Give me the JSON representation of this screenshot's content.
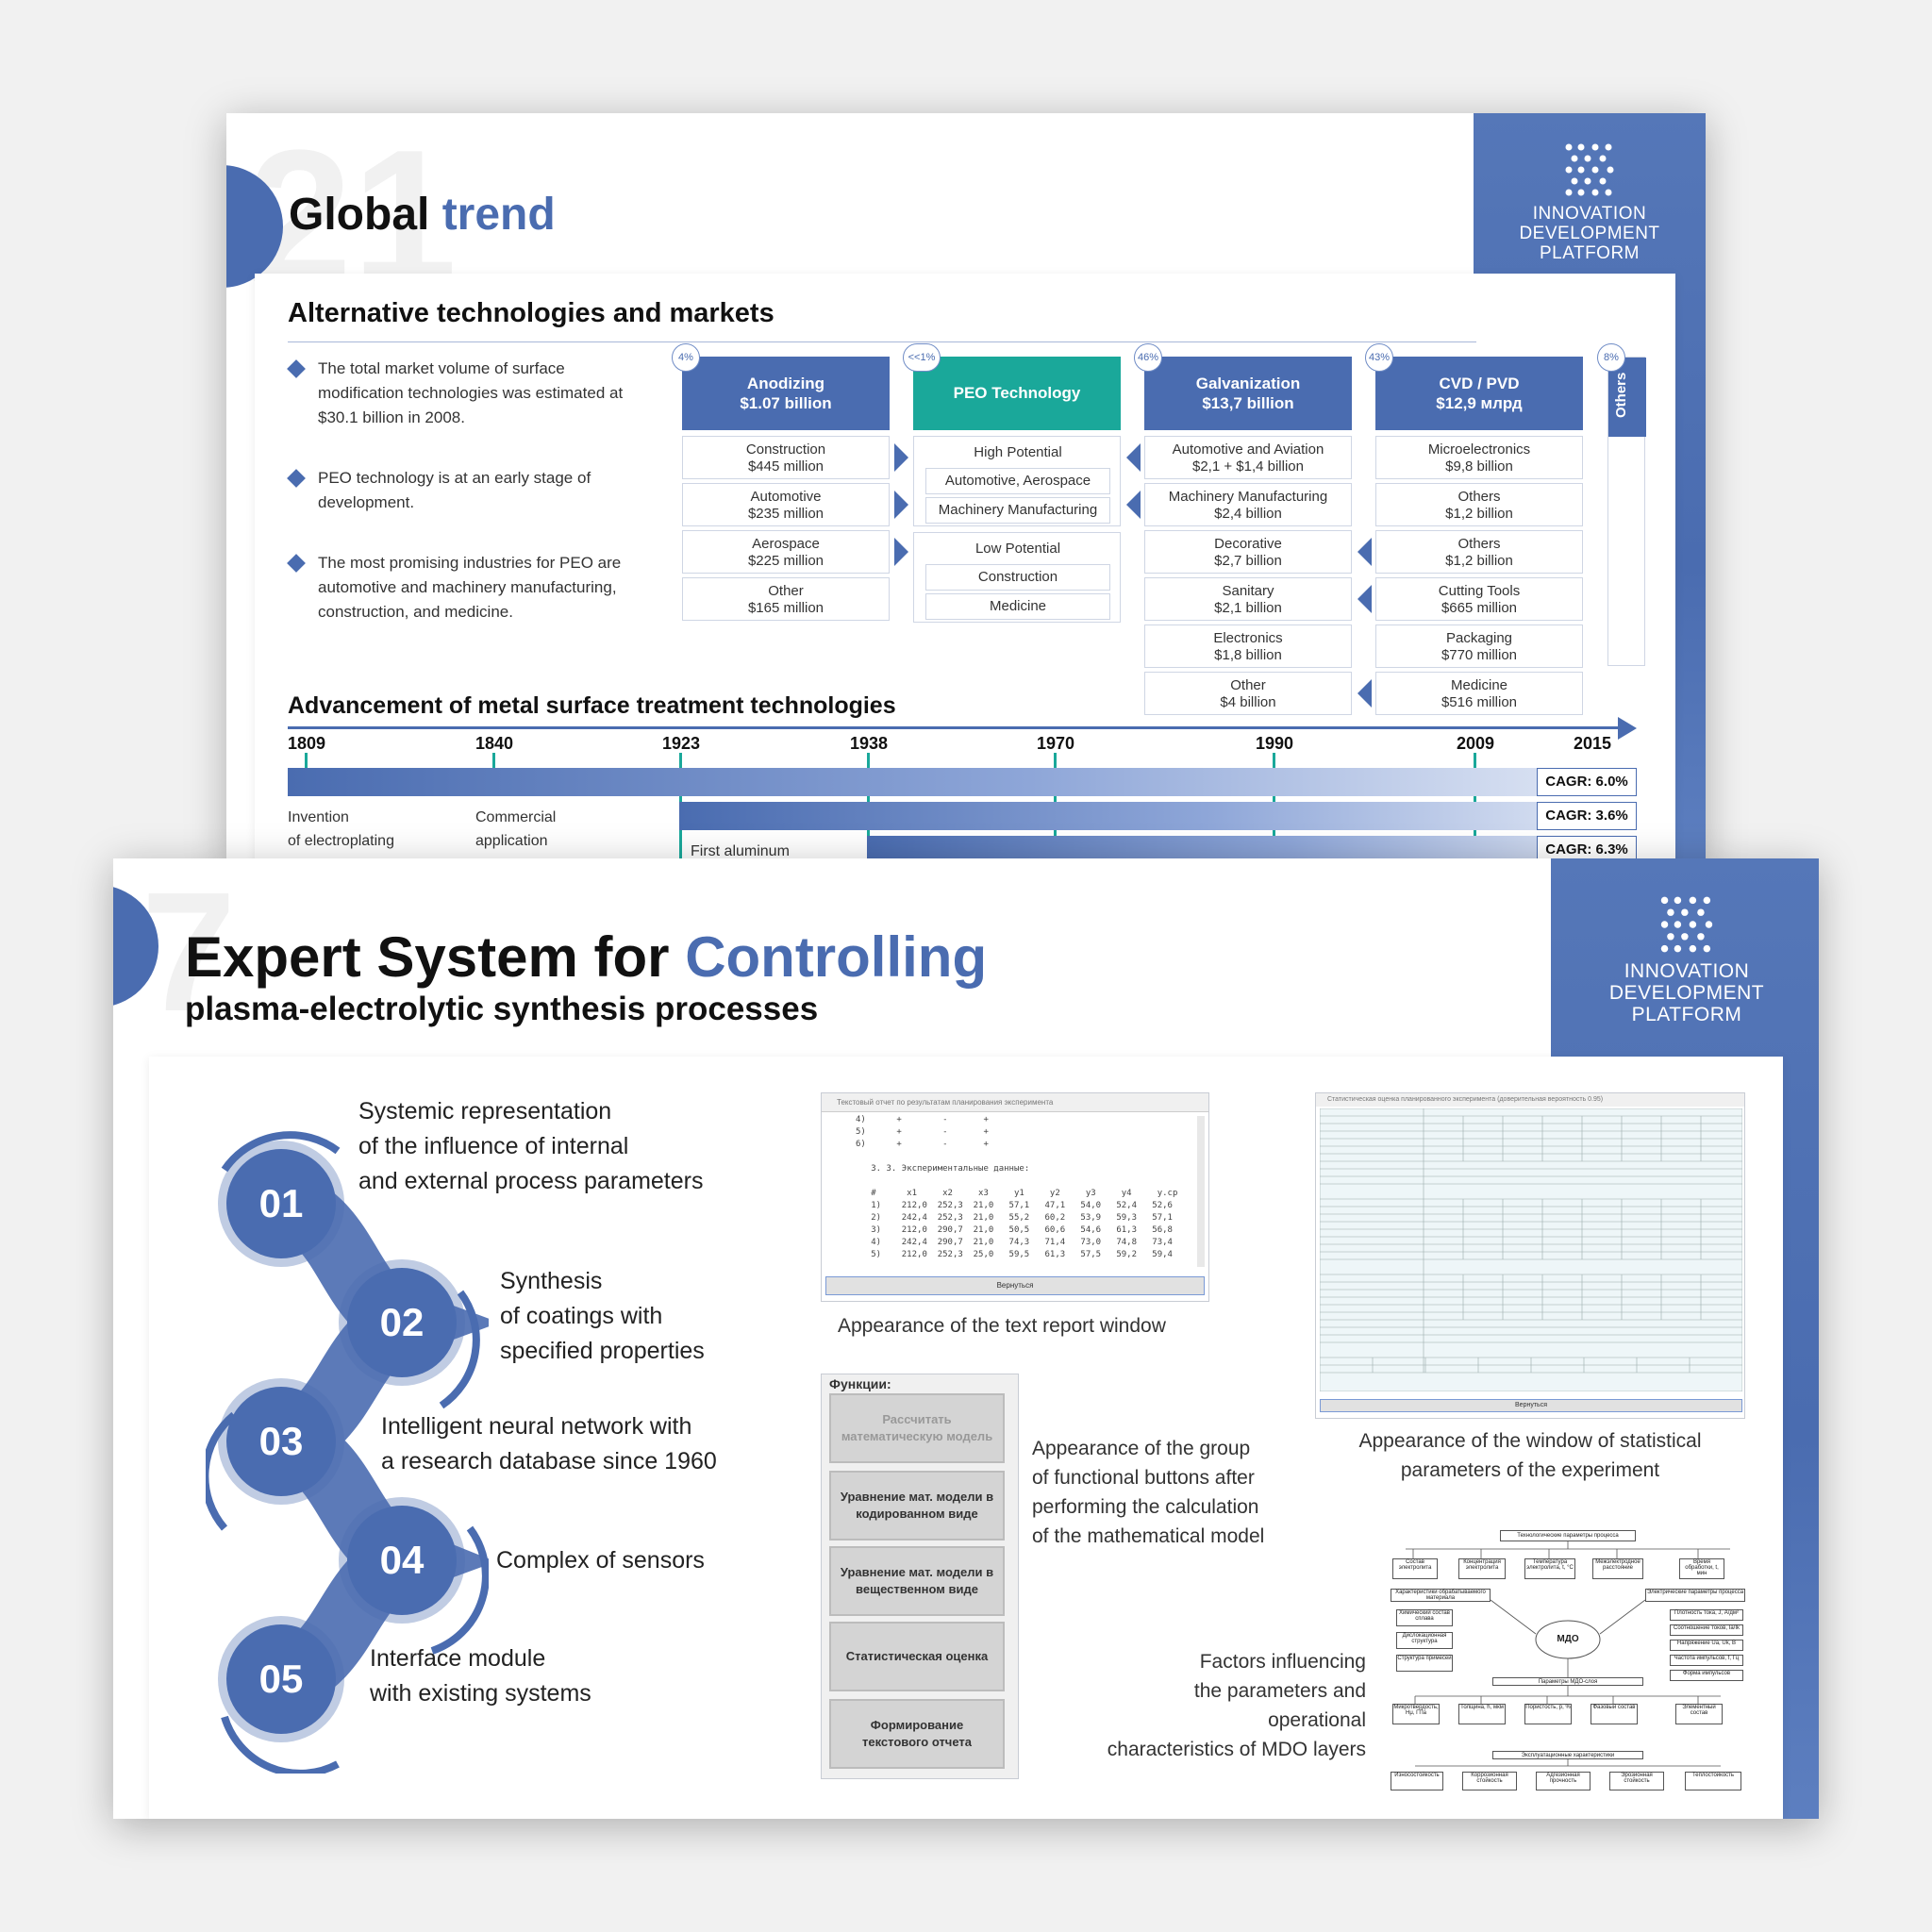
{
  "slide1": {
    "number": "21",
    "title_main": "Global",
    "title_accent": "trend",
    "logo": {
      "line1": "INNOVATION",
      "line2": "DEVELOPMENT",
      "line3": "PLATFORM"
    },
    "section1_title": "Alternative technologies and markets",
    "bullets": [
      "The total market volume of surface modification technologies was estimated at $30.1 billion in 2008.",
      "PEO technology is at an early stage of development.",
      "The most promising industries for PEO are automotive and machinery manufacturing, construction, and medicine."
    ],
    "columns": [
      {
        "pct": "4%",
        "head1": "Anodizing",
        "head2": "$1.07 billion",
        "cells": [
          [
            "Construction",
            "$445 million"
          ],
          [
            "Automotive",
            "$235 million"
          ],
          [
            "Aerospace",
            "$225 million"
          ],
          [
            "Other",
            "$165 million"
          ]
        ]
      },
      {
        "pct": "<<1%",
        "head1": "PEO Technology",
        "high_label": "High Potential",
        "high_items": [
          "Automotive, Aerospace",
          "Machinery Manufacturing"
        ],
        "low_label": "Low Potential",
        "low_items": [
          "Construction",
          "Medicine"
        ]
      },
      {
        "pct": "46%",
        "head1": "Galvanization",
        "head2": "$13,7 billion",
        "cells": [
          [
            "Automotive and Aviation",
            "$2,1 + $1,4 billion"
          ],
          [
            "Machinery Manufacturing",
            "$2,4 billion"
          ],
          [
            "Decorative",
            "$2,7 billion"
          ],
          [
            "Sanitary",
            "$2,1 billion"
          ],
          [
            "Electronics",
            "$1,8 billion"
          ],
          [
            "Other",
            "$4 billion"
          ]
        ]
      },
      {
        "pct": "43%",
        "head1": "CVD / PVD",
        "head2": "$12,9 млрд",
        "cells": [
          [
            "Microelectronics",
            "$9,8 billion"
          ],
          [
            "Others",
            "$1,2 billion"
          ],
          [
            "Others",
            "$1,2 billion"
          ],
          [
            "Cutting Tools",
            "$665 million"
          ],
          [
            "Packaging",
            "$770 million"
          ],
          [
            "Medicine",
            "$516 million"
          ]
        ]
      },
      {
        "pct": "8%",
        "head1": "Others"
      }
    ],
    "section2_title": "Advancement of metal surface treatment technologies",
    "years": [
      "1809",
      "1840",
      "1923",
      "1938",
      "1970",
      "1990",
      "2009",
      "2015"
    ],
    "cagr": [
      "CAGR: 6.0%",
      "CAGR: 3.6%",
      "CAGR: 6.3%"
    ],
    "events": [
      [
        "Invention",
        "of electroplating"
      ],
      [
        "Commercial",
        "application"
      ],
      [
        "First aluminum"
      ]
    ]
  },
  "slide2": {
    "number": "7",
    "title_main": "Expert System for",
    "title_accent": "Controlling",
    "subtitle": "plasma-electrolytic synthesis processes",
    "logo": {
      "line1": "INNOVATION",
      "line2": "DEVELOPMENT",
      "line3": "PLATFORM"
    },
    "features": [
      {
        "num": "01",
        "lines": [
          "Systemic representation",
          "of the influence of internal",
          "and external process parameters"
        ]
      },
      {
        "num": "02",
        "lines": [
          "Synthesis",
          "of coatings with",
          "specified properties"
        ]
      },
      {
        "num": "03",
        "lines": [
          "Intelligent neural network with",
          "a research database since 1960"
        ]
      },
      {
        "num": "04",
        "lines": [
          "Complex of sensors"
        ]
      },
      {
        "num": "05",
        "lines": [
          "Interface module",
          "with existing systems"
        ]
      }
    ],
    "text_report": {
      "window_title": "Текстовый отчет по результатам планирования эксперимента",
      "heading": "3. Экспериментальные данные:",
      "button": "Вернуться",
      "caption": "Appearance of the text report window"
    },
    "stats_window": {
      "window_title": "Статистическая оценка планированного эксперимента (доверительная вероятность 0.95)",
      "button": "Вернуться",
      "caption_lines": [
        "Appearance of the window of statistical",
        "parameters of the experiment"
      ]
    },
    "functions_panel": {
      "label": "Функции:",
      "buttons": [
        "Рассчитать математическую модель",
        "Уравнение мат. модели в кодированном виде",
        "Уравнение мат. модели в вещественном виде",
        "Статистическая оценка",
        "Формирование текстового отчета"
      ],
      "caption_lines": [
        "Appearance of the group",
        "of functional buttons after",
        "performing the calculation",
        "of the mathematical model"
      ]
    },
    "diagram": {
      "top": "Технологические параметры процесса",
      "center": "МДО",
      "row1": [
        "Состав электролита",
        "Концентрация электролита",
        "Температура электролита, t, °C",
        "Межэлектродное расстояние",
        "Время обработки, t, мин"
      ],
      "left_head": "Характеристики обрабатываемого материала",
      "left": [
        "Химический состав сплава",
        "Дислокационная структура",
        "Структура примесей"
      ],
      "right_head": "Электрические параметры процесса",
      "right": [
        "Плотность тока, J, А/дм²",
        "Соотношение токов, Ia/Ik",
        "Напряжение Ua, Uk, B",
        "Частота импульсов, f, Гц",
        "Форма импульсов"
      ],
      "mid": "Параметры МДО-слоя",
      "row2": [
        "Микротвердость, Hμ, ГПа",
        "Толщина, h, мкм",
        "Пористость, p, %",
        "Фазовый состав",
        "Элементный состав"
      ],
      "bottom_head": "Эксплуатационные характеристики",
      "row3": [
        "Износостойкость",
        "Коррозионная стойкость",
        "Адгезионная прочность",
        "Эрозионная стойкость",
        "Теплостойкость"
      ],
      "caption_lines": [
        "Factors influencing",
        "the parameters and operational",
        "characteristics of MDO layers"
      ]
    }
  }
}
